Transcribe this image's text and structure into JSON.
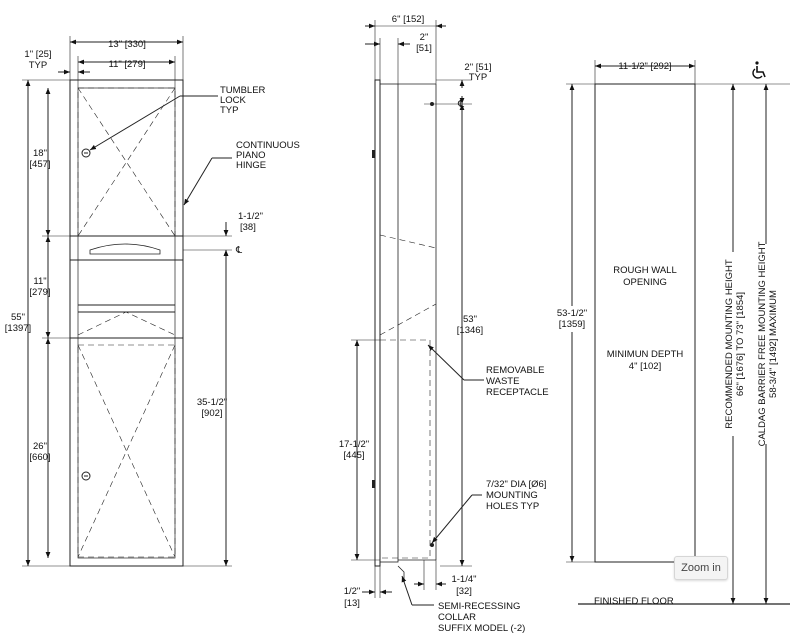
{
  "front_view": {
    "width_outer": "13\" [330]",
    "width_inner": "11\" [279]",
    "flange": "1\" [25]",
    "flange_typ": "TYP",
    "h_top": "18\"",
    "h_top_mm": "[457]",
    "h_total": "55\"",
    "h_total_mm": "[1397]",
    "h_mid": "11\"",
    "h_mid_mm": "[279]",
    "h_bottom": "26\"",
    "h_bottom_mm": "[660]",
    "tumbler_lock": [
      "TUMBLER",
      "LOCK",
      "TYP"
    ],
    "piano_hinge": [
      "CONTINUOUS",
      "PIANO",
      "HINGE"
    ],
    "dispenser_offset": "1-1/2\"",
    "dispenser_offset_mm": "[38]",
    "waste_height": "35-1/2\"",
    "waste_height_mm": "[902]"
  },
  "side_view": {
    "depth_total": "6\" [152]",
    "depth_front": "2\"",
    "depth_front_mm": "[51]",
    "flange_side": "2\" [51]",
    "flange_side_typ": "TYP",
    "height_53": "53\"",
    "height_53_mm": "[1346]",
    "height_17": "17-1/2\"",
    "height_17_mm": "[445]",
    "removable": [
      "REMOVABLE",
      "WASTE",
      "RECEPTACLE"
    ],
    "mounting": [
      "7/32\" DIA [Ø6]",
      "MOUNTING",
      "HOLES TYP"
    ],
    "bottom_half": "1/2\"",
    "bottom_half_mm": "[13]",
    "bottom_quarter": "1-1/4\"",
    "bottom_quarter_mm": "[32]",
    "collar": [
      "SEMI-RECESSING",
      "COLLAR",
      "SUFFIX MODEL (-2)"
    ]
  },
  "wall_opening": {
    "width": "11-1/2\" [292]",
    "height": "53-1/2\"",
    "height_mm": "[1359]",
    "title": [
      "ROUGH WALL",
      "OPENING"
    ],
    "depth": [
      "MINIMUN DEPTH",
      "4\" [102]"
    ],
    "recommended": [
      "RECOMMENDED MOUNTING HEIGHT",
      "66\" [1676] TO 73\" [1854]"
    ],
    "barrier_free": [
      "CALDAG BARRIER FREE MOUNTING HEIGHT",
      "58-3/4\" [1492] MAXIMUM"
    ],
    "finished_floor": "FINISHED FLOOR",
    "accessibility_icon": "wheelchair-icon"
  },
  "zoom_button": "Zoom in"
}
